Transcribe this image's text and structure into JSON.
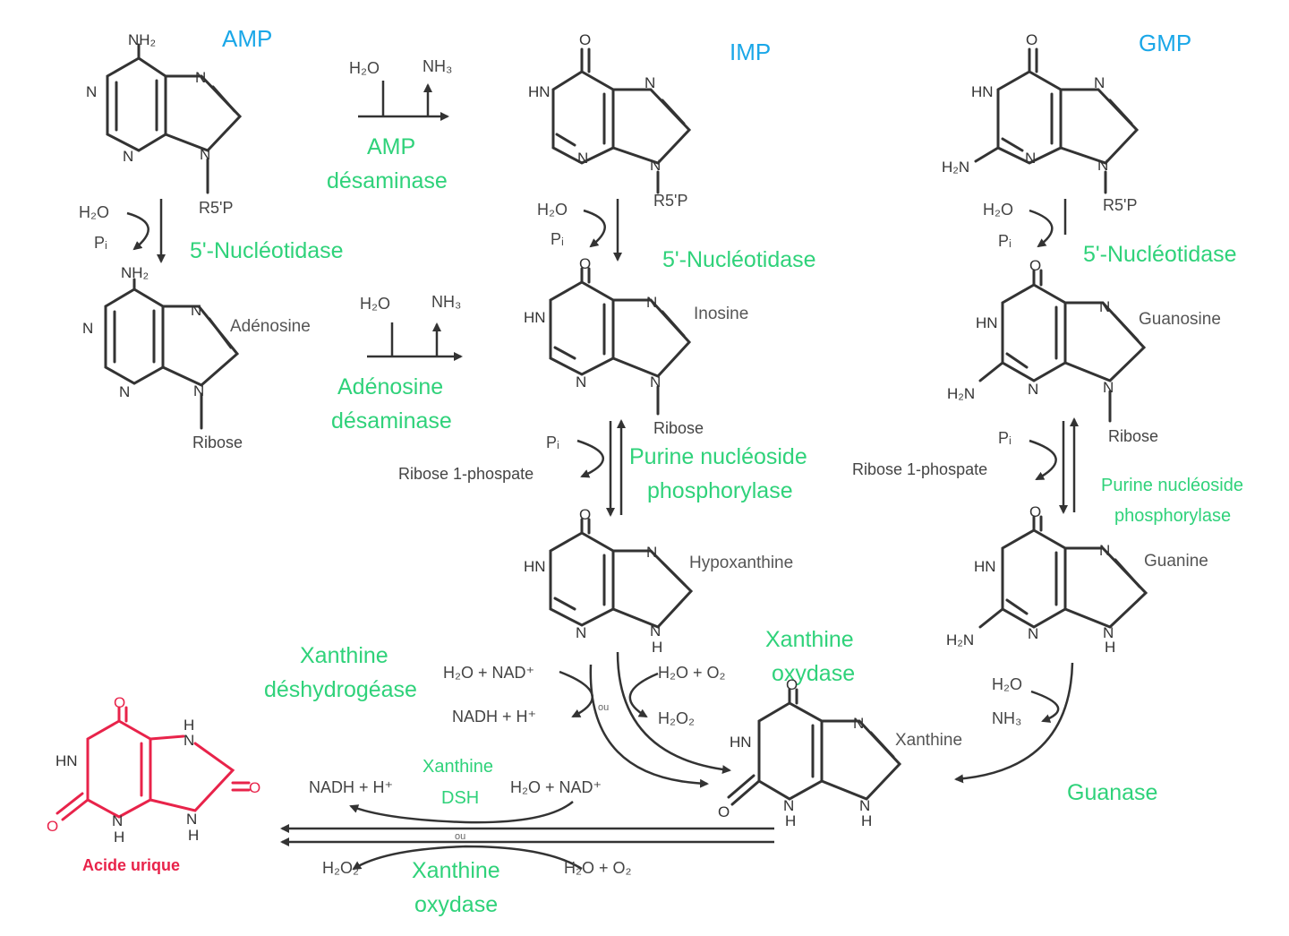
{
  "titles": {
    "amp": "AMP",
    "imp": "IMP",
    "gmp": "GMP"
  },
  "enzymes": {
    "amp_desaminase_1": "AMP",
    "amp_desaminase_2": "désaminase",
    "nucleotidase_1": "5'-Nucléotidase",
    "nucleotidase_2": "5'-Nucléotidase",
    "nucleotidase_3": "5'-Nucléotidase",
    "adenosine_desaminase_1": "Adénosine",
    "adenosine_desaminase_2": "désaminase",
    "pnp_1_line1": "Purine nucléoside",
    "pnp_1_line2": "phosphorylase",
    "pnp_2_line1": "Purine nucléoside",
    "pnp_2_line2": "phosphorylase",
    "xanthine_deshydro_1": "Xanthine",
    "xanthine_deshydro_2": "déshydrogéase",
    "xanthine_oxydase_1": "Xanthine",
    "xanthine_oxydase_2": "oxydase",
    "xanthine_dsh_1": "Xanthine",
    "xanthine_dsh_2": "DSH",
    "xanthine_oxydase_b1": "Xanthine",
    "xanthine_oxydase_b2": "oxydase",
    "guanase": "Guanase"
  },
  "molecules": {
    "adenosine": "Adénosine",
    "inosine": "Inosine",
    "guanosine": "Guanosine",
    "hypoxanthine": "Hypoxanthine",
    "guanine": "Guanine",
    "xanthine": "Xanthine",
    "acide_urique": "Acide urique"
  },
  "substituents": {
    "rsp": "R5'P",
    "ribose": "Ribose",
    "nh2": "NH₂",
    "h2n": "H₂N"
  },
  "reagents": {
    "h2o": "H₂O",
    "nh3": "NH₃",
    "pi": "Pᵢ",
    "ribose_1_phosphate": "Ribose 1-phospate",
    "h2o_nad": "H₂O + NAD⁺",
    "nadh_h": "NADH + H⁺",
    "h2o_o2": "H₂O + O₂",
    "h2o2": "H₂O₂",
    "ou": "ou"
  },
  "colors": {
    "title": "#1aa7e8",
    "enzyme": "#2fd27a",
    "product": "#e8234a",
    "ink": "#333333"
  }
}
